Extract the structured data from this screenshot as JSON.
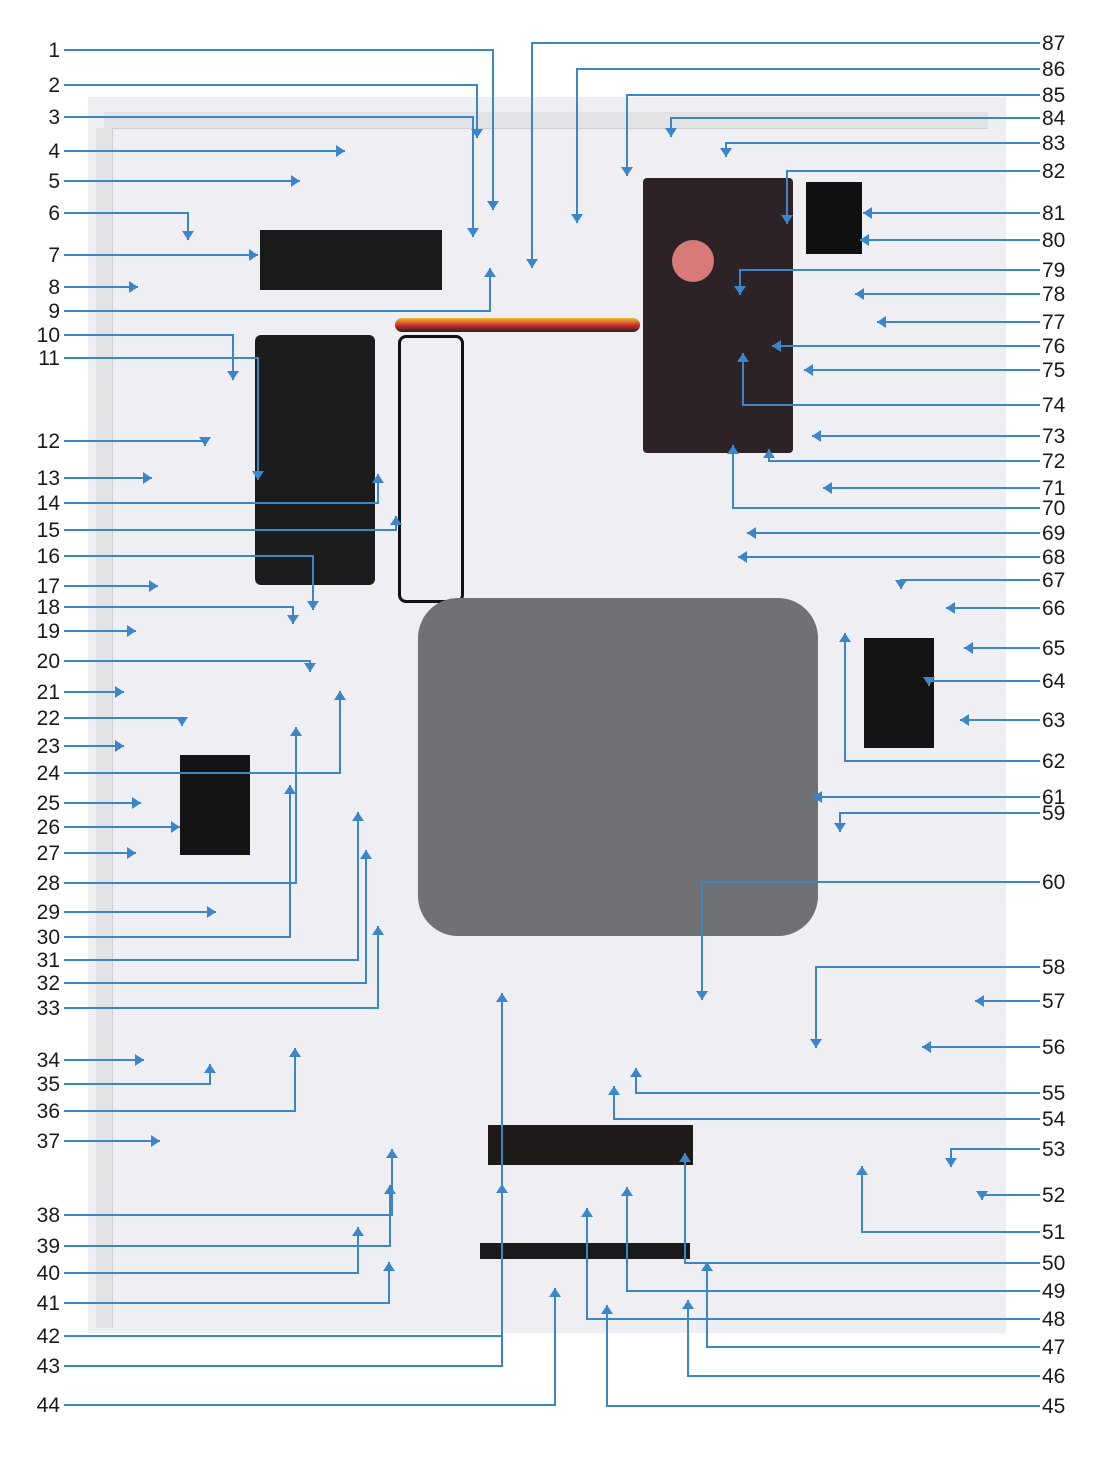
{
  "diagram": {
    "type": "exploded-parts-view",
    "subject": "remote controller disassembly",
    "leader_color": "#3a86c8",
    "callouts_left": [
      "1",
      "2",
      "3",
      "4",
      "5",
      "6",
      "7",
      "8",
      "9",
      "10",
      "11",
      "12",
      "13",
      "14",
      "15",
      "16",
      "17",
      "18",
      "19",
      "20",
      "21",
      "22",
      "23",
      "24",
      "25",
      "26",
      "27",
      "28",
      "29",
      "30",
      "31",
      "32",
      "33",
      "34",
      "35",
      "36",
      "37",
      "38",
      "39",
      "40",
      "41",
      "42",
      "43",
      "44"
    ],
    "callouts_right": [
      "87",
      "86",
      "85",
      "84",
      "83",
      "82",
      "81",
      "80",
      "79",
      "78",
      "77",
      "76",
      "75",
      "74",
      "73",
      "72",
      "71",
      "70",
      "69",
      "68",
      "67",
      "66",
      "65",
      "64",
      "63",
      "62",
      "61",
      "59",
      "60",
      "58",
      "57",
      "56",
      "55",
      "54",
      "53",
      "52",
      "51",
      "50",
      "49",
      "48",
      "47",
      "46",
      "45"
    ]
  }
}
